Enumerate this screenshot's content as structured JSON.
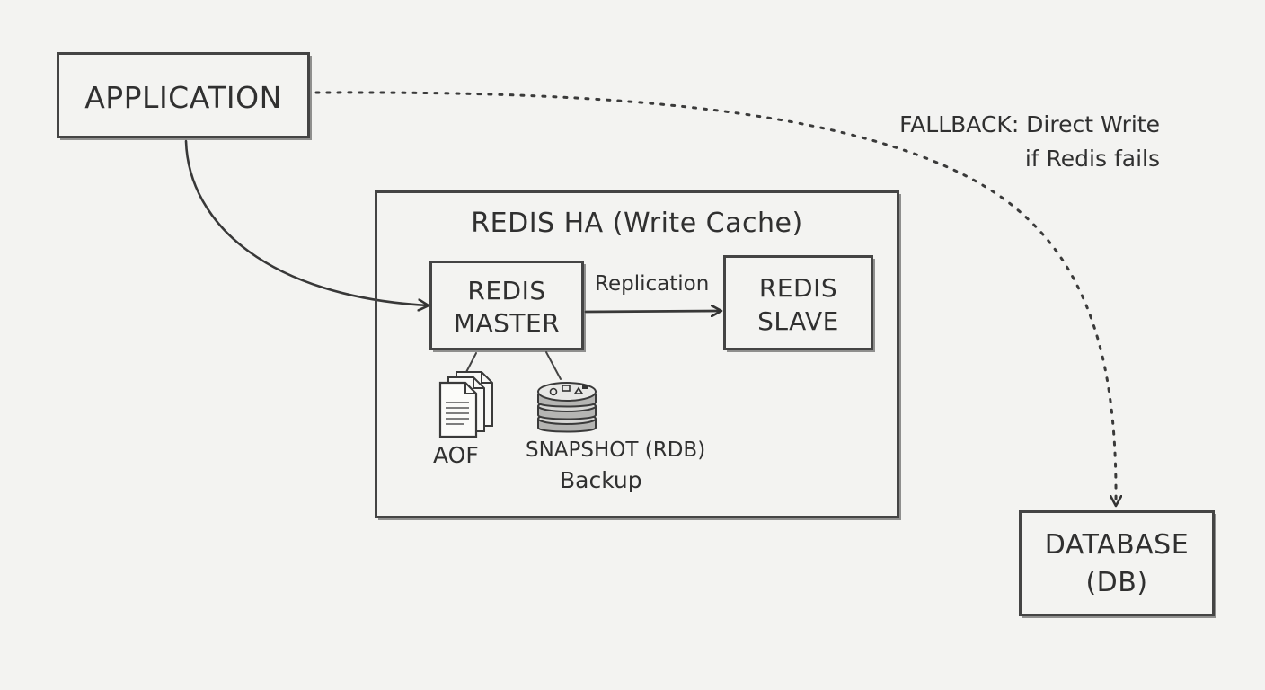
{
  "nodes": {
    "application": {
      "label": "APPLICATION"
    },
    "redis_ha": {
      "title": "REDIS HA (Write Cache)"
    },
    "redis_master": {
      "line1": "REDIS",
      "line2": "MASTER"
    },
    "redis_slave": {
      "line1": "REDIS",
      "line2": "SLAVE"
    },
    "database": {
      "line1": "DATABASE",
      "line2": "(DB)"
    }
  },
  "edges": {
    "replication": {
      "label": "Replication"
    },
    "fallback": {
      "line1": "FALLBACK: Direct Write",
      "line2": "if Redis fails"
    }
  },
  "persistence": {
    "aof": {
      "label": "AOF",
      "icon": "document-stack-icon"
    },
    "snapshot": {
      "line1": "SNAPSHOT (RDB)",
      "line2": "Backup",
      "icon": "database-stack-icon"
    }
  },
  "colors": {
    "background": "#f3f3f1",
    "stroke": "#444444",
    "text": "#303030"
  }
}
